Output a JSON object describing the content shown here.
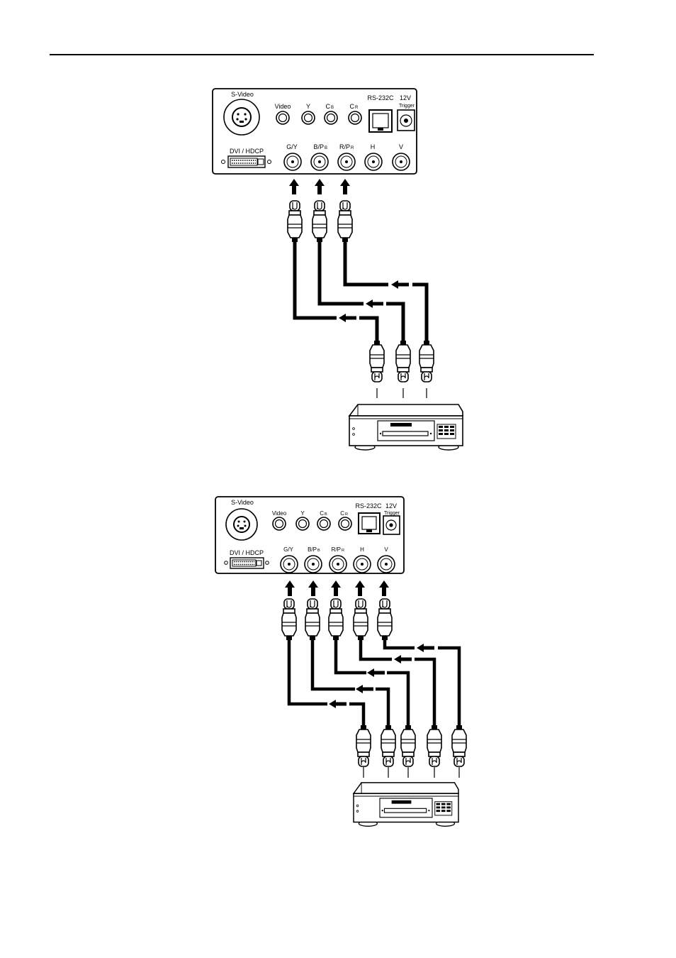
{
  "panel_labels": {
    "svideo": "S-Video",
    "video": "Video",
    "y": "Y",
    "cb": "C",
    "cb_sub": "B",
    "cr": "C",
    "cr_sub": "R",
    "rs232c": "RS-232C",
    "v12": "12V",
    "trigger": "Trigger",
    "dvi": "DVI / HDCP",
    "gy": "G/Y",
    "bpb": "B/P",
    "bpb_sub": "B",
    "rpr": "R/P",
    "rpr_sub": "R",
    "h": "H",
    "v": "V"
  },
  "diagrams": [
    {
      "connected_ports": [
        "G/Y",
        "B/PB",
        "R/PR"
      ]
    },
    {
      "connected_ports": [
        "G/Y",
        "B/PB",
        "R/PR",
        "H",
        "V"
      ]
    }
  ]
}
